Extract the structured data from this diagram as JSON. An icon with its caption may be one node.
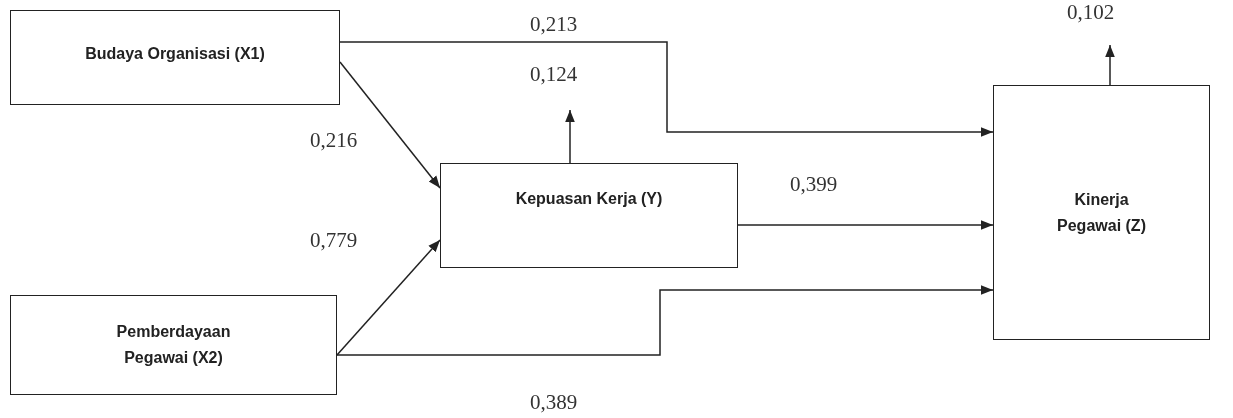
{
  "diagram": {
    "nodes": [
      {
        "text": [
          "Budaya Organisasi (X1)"
        ]
      },
      {
        "text": [
          "Pemberdayaan Pegawai (X2)"
        ]
      },
      {
        "text": [
          "Kepuasan Kerja  (Y)"
        ]
      },
      {
        "text": [
          "Kinerja Pegawai (Z)"
        ]
      }
    ],
    "edges": [
      {
        "from": 0,
        "to": 3,
        "arrow": "to",
        "label": "0,213"
      },
      {
        "from": 2,
        "to": null,
        "arrow": "to",
        "label": "0,124"
      },
      {
        "from": 0,
        "to": 2,
        "arrow": "to",
        "label": "0,216"
      },
      {
        "from": 1,
        "to": 2,
        "arrow": "to",
        "label": "0,779"
      },
      {
        "from": 2,
        "to": 3,
        "arrow": "to",
        "label": "0,399"
      },
      {
        "from": 1,
        "to": 3,
        "arrow": "to",
        "label": "0,389"
      },
      {
        "from": 3,
        "to": null,
        "arrow": "to",
        "label": "0,102"
      }
    ]
  }
}
